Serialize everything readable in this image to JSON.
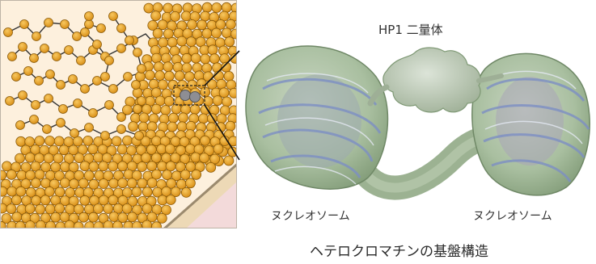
{
  "labels": {
    "hp1_dimer": "HP1 二量体",
    "nucleosome_left": "ヌクレオソーム",
    "nucleosome_right": "ヌクレオソーム"
  },
  "caption": "ヘテロクロマチンの基盤構造",
  "icons": [
    "nucleosome-bead-icon"
  ],
  "colors": {
    "bead": "#E9A629",
    "bead_outline": "#8a5a08",
    "chain": "#333333",
    "background_panel": "#FDF0DD",
    "nucleus_edge": "#EDD9B6",
    "nucleosome_surface": "#A9BFA0",
    "dna": "#8A9CC8"
  }
}
